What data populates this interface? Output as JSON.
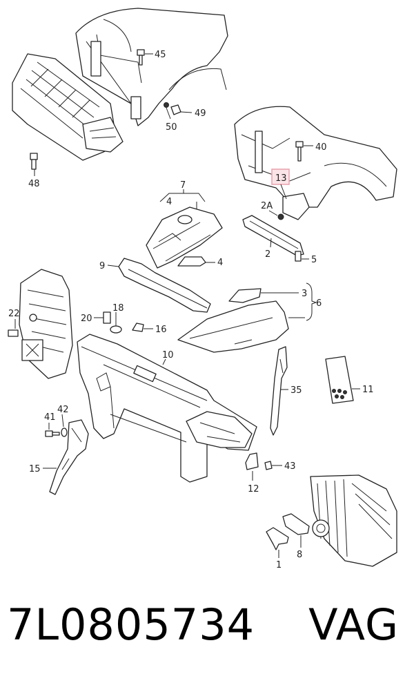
{
  "diagram": {
    "callouts": {
      "c45": "45",
      "c49": "49",
      "c50": "50",
      "c48": "48",
      "c40": "40",
      "c13": "13",
      "c2A": "2A",
      "c2": "2",
      "c5": "5",
      "c7": "7",
      "c4a": "4",
      "c4b": "4",
      "c9": "9",
      "c3": "3",
      "c6": "6",
      "c22": "22",
      "c18": "18",
      "c20": "20",
      "c16": "16",
      "c10": "10",
      "c35": "35",
      "c11": "11",
      "c41": "41",
      "c42": "42",
      "c15": "15",
      "c43": "43",
      "c12": "12",
      "c8": "8",
      "c1": "1"
    },
    "highlight_color": "#e8a0ab",
    "highlight_fill": "#fbe4e8"
  },
  "caption": {
    "part_number": "7L0805734",
    "brand": "VAG"
  }
}
